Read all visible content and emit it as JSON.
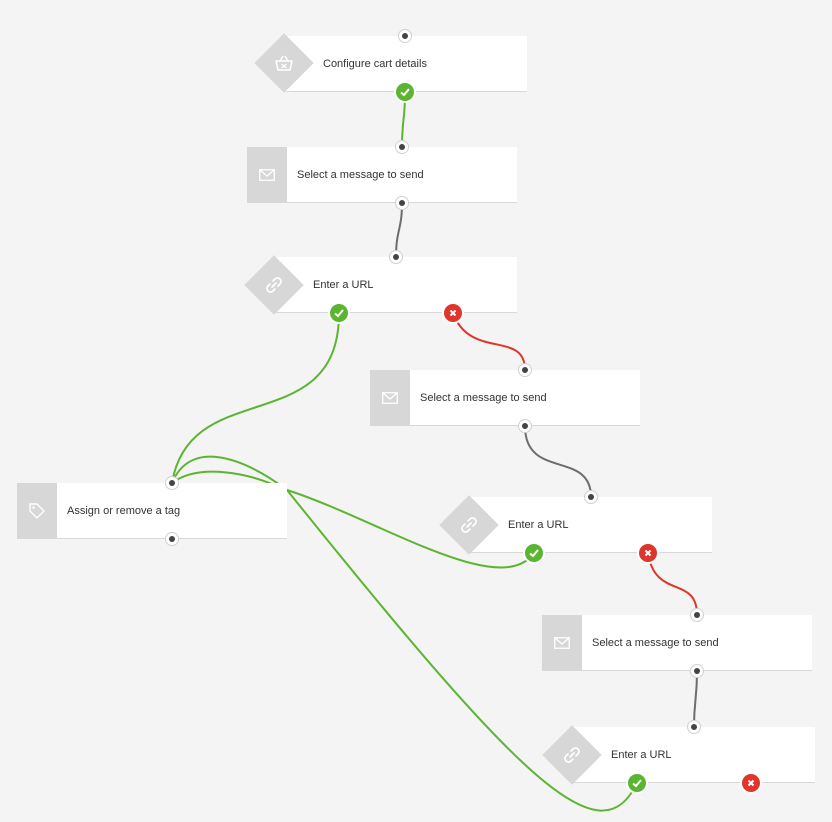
{
  "nodes": {
    "configure_cart": {
      "label": "Configure cart details",
      "icon": "basket-icon"
    },
    "message_1": {
      "label": "Select a message to send",
      "icon": "envelope-icon"
    },
    "url_1": {
      "label": "Enter a URL",
      "icon": "link-icon"
    },
    "message_2": {
      "label": "Select a message to send",
      "icon": "envelope-icon"
    },
    "tag": {
      "label": "Assign or remove a tag",
      "icon": "tag-icon"
    },
    "url_2": {
      "label": "Enter a URL",
      "icon": "link-icon"
    },
    "message_3": {
      "label": "Select a message to send",
      "icon": "envelope-icon"
    },
    "url_3": {
      "label": "Enter a URL",
      "icon": "link-icon"
    }
  },
  "colors": {
    "yes": "#5bb531",
    "no": "#e0352b",
    "default_wire": "#6d6d6d",
    "node_icon_bg": "#d7d7d7",
    "canvas_bg": "#f4f4f4"
  }
}
